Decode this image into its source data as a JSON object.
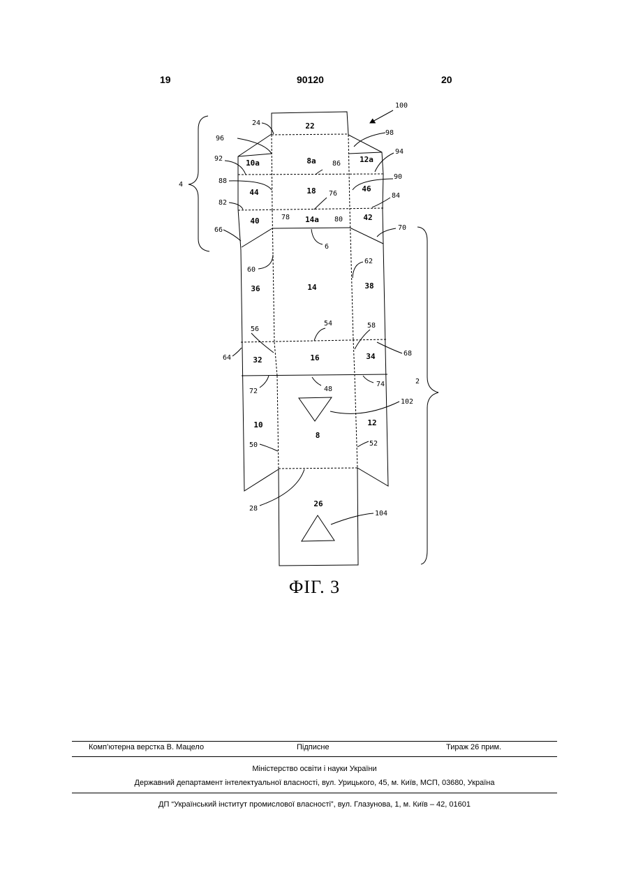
{
  "header": {
    "left_page": "19",
    "patent_number": "90120",
    "right_page": "20"
  },
  "figure": {
    "caption": "ФІГ. 3",
    "panel_labels": [
      "22",
      "8a",
      "10a",
      "12a",
      "18",
      "44",
      "46",
      "40",
      "14a",
      "42",
      "14",
      "36",
      "38",
      "16",
      "32",
      "34",
      "8",
      "10",
      "12",
      "26"
    ],
    "reference_numerals": [
      "100",
      "24",
      "96",
      "98",
      "92",
      "94",
      "86",
      "88",
      "90",
      "76",
      "82",
      "84",
      "78",
      "80",
      "66",
      "70",
      "6",
      "60",
      "62",
      "54",
      "56",
      "58",
      "64",
      "68",
      "48",
      "72",
      "74",
      "102",
      "50",
      "52",
      "28",
      "104",
      "2",
      "4"
    ]
  },
  "footer": {
    "layout_by": "Комп’ютерна верстка В. Мацело",
    "signed": "Підписне",
    "print_run": "Тираж 26 прим.",
    "ministry": "Міністерство освіти і науки України",
    "department": "Державний департамент інтелектуальної власності, вул. Урицького, 45, м. Київ, МСП, 03680, Україна",
    "publisher": "ДП “Український інститут промислової власності”, вул. Глазунова, 1, м. Київ – 42, 01601"
  }
}
